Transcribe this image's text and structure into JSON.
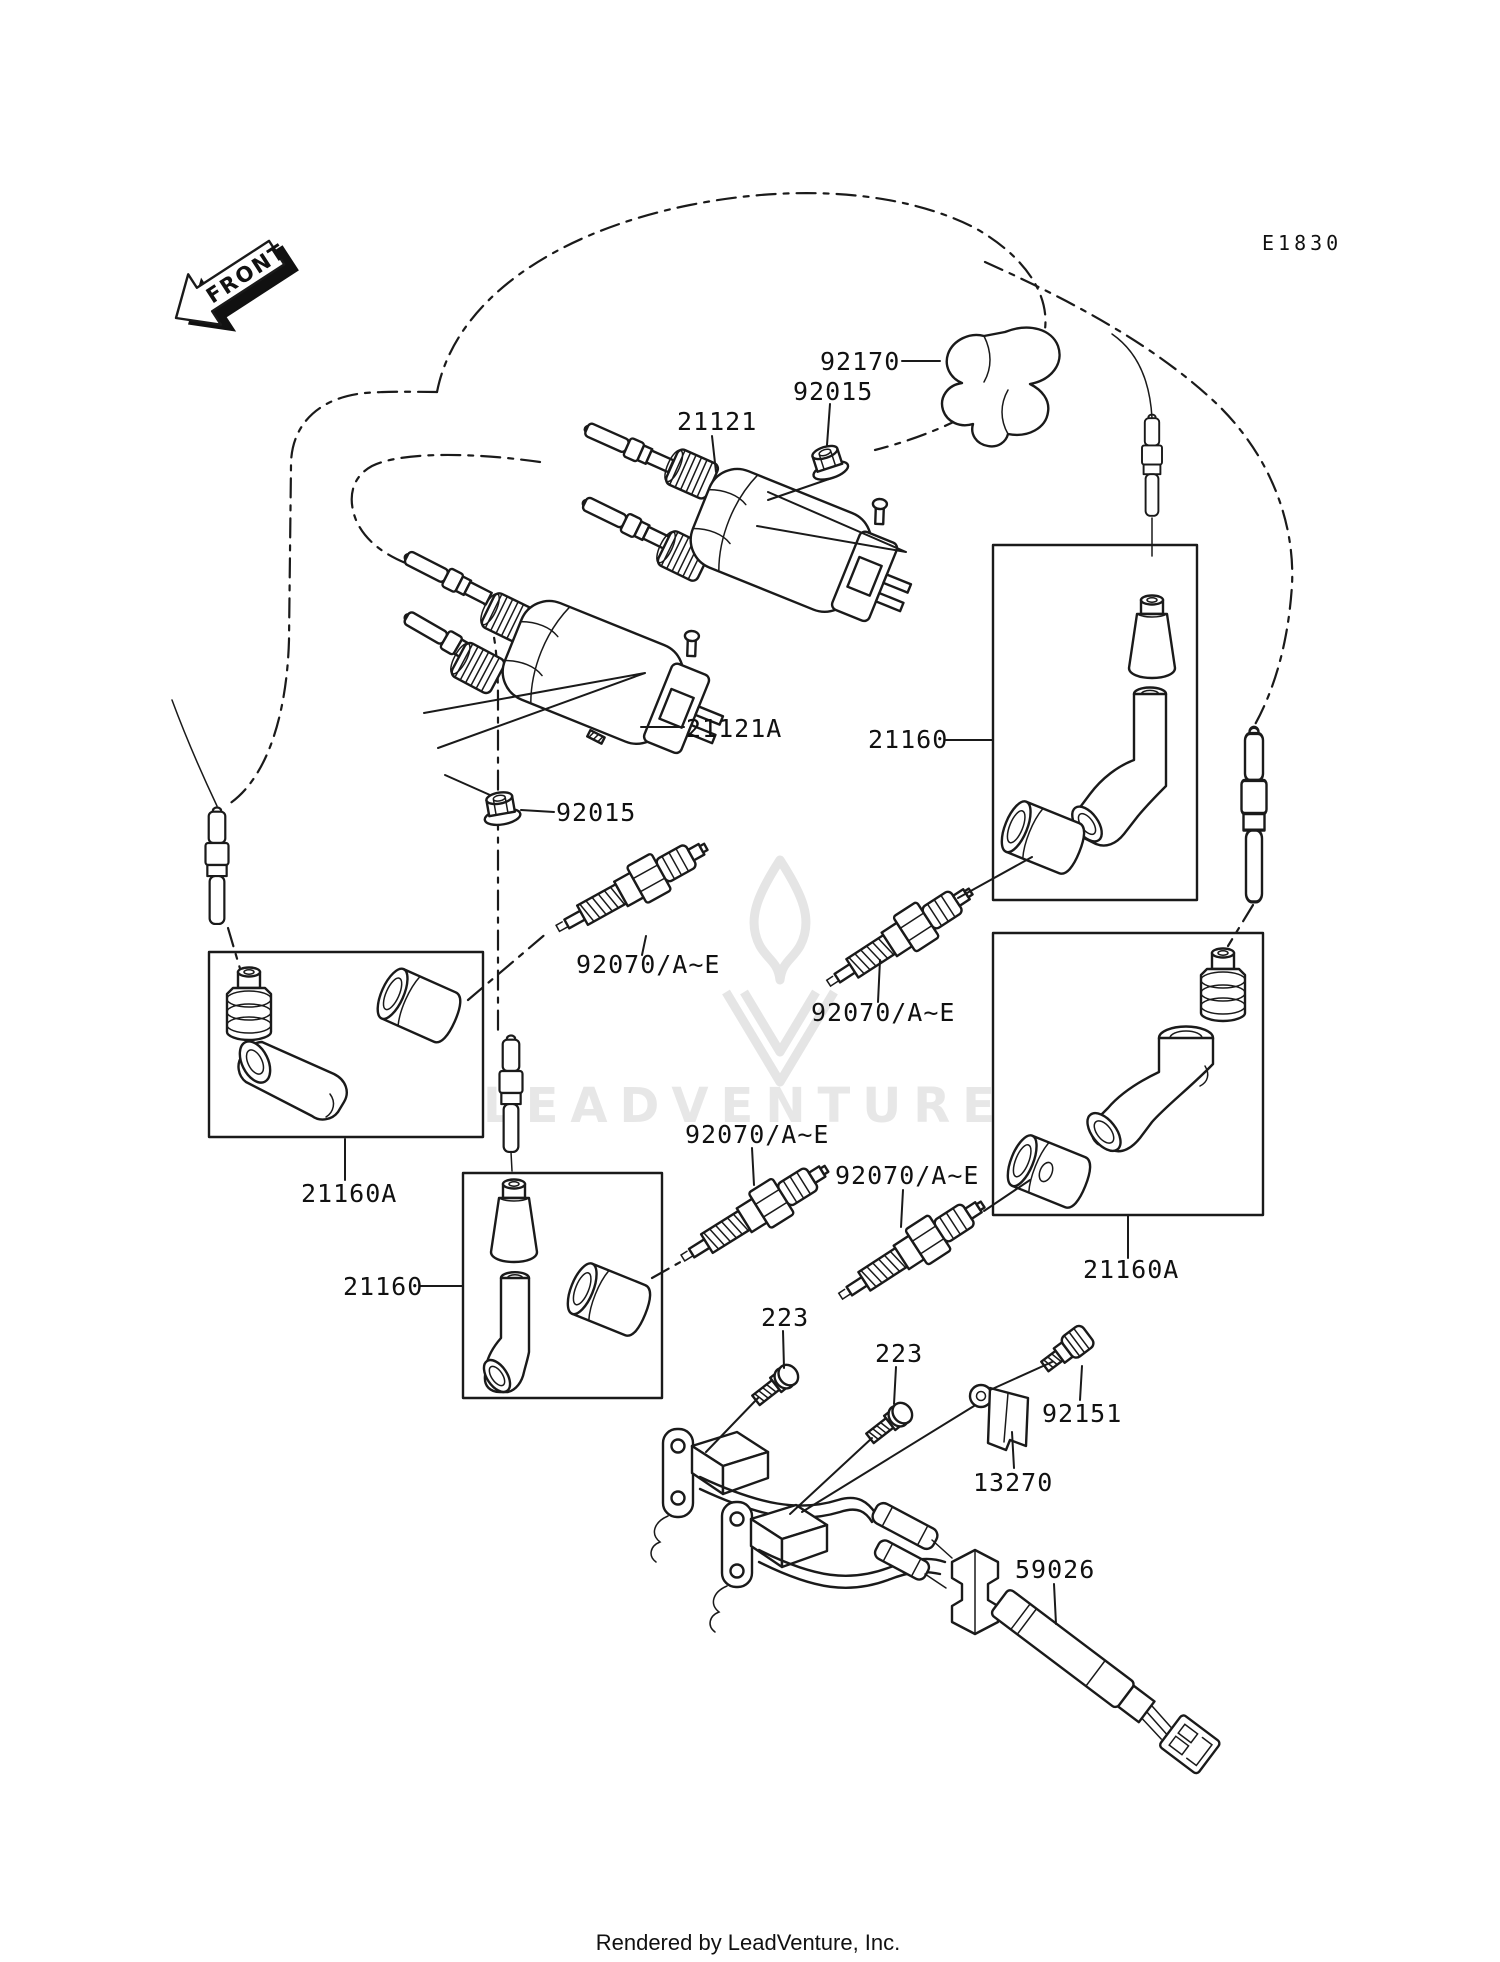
{
  "figure": {
    "code": "E1830",
    "front": "FRONT",
    "watermark": "LEADVENTURE",
    "credit": "Rendered by LeadVenture, Inc."
  },
  "colors": {
    "ink": "#1a1a1a",
    "watermark_gray": "#e7e7e7",
    "paper": "#ffffff"
  },
  "labels": [
    {
      "name": "clamp-92170",
      "text": "92170"
    },
    {
      "name": "nut-92015-upper",
      "text": "92015"
    },
    {
      "name": "ignition-coil-21121",
      "text": "21121"
    },
    {
      "name": "ignition-coil-21121a",
      "text": "21121A"
    },
    {
      "name": "plug-cap-21160-right",
      "text": "21160"
    },
    {
      "name": "nut-92015-lower",
      "text": "92015"
    },
    {
      "name": "spark-plug-1",
      "text": "92070/A~E"
    },
    {
      "name": "spark-plug-2",
      "text": "92070/A~E"
    },
    {
      "name": "plug-cap-21160a-left",
      "text": "21160A"
    },
    {
      "name": "spark-plug-3",
      "text": "92070/A~E"
    },
    {
      "name": "spark-plug-4",
      "text": "92070/A~E"
    },
    {
      "name": "plug-cap-21160-lower",
      "text": "21160"
    },
    {
      "name": "plug-cap-21160a-right",
      "text": "21160A"
    },
    {
      "name": "screw-223-1",
      "text": "223"
    },
    {
      "name": "screw-223-2",
      "text": "223"
    },
    {
      "name": "bolt-92151",
      "text": "92151"
    },
    {
      "name": "clamp-13270",
      "text": "13270"
    },
    {
      "name": "pickup-harness-59026",
      "text": "59026"
    }
  ]
}
